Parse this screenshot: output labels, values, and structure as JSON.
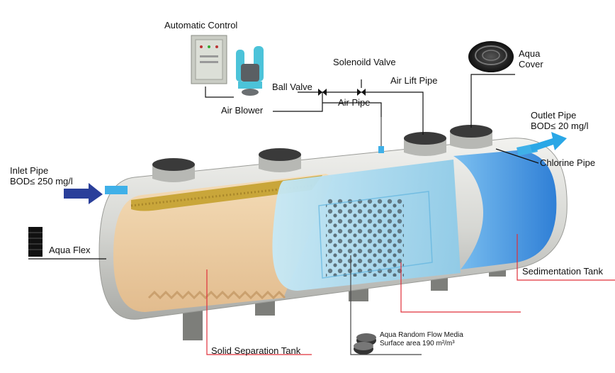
{
  "labels": {
    "automatic_control": "Automatic Control",
    "solenoid_valve": "Solenoild Valve",
    "ball_valve": "Ball Valve",
    "air_lift_pipe": "Air Lift Pipe",
    "air_blower": "Air Blower",
    "air_pipe": "Air Pipe",
    "aqua_cover_line1": "Aqua",
    "aqua_cover_line2": "Cover",
    "outlet_pipe_line1": "Outlet Pipe",
    "outlet_pipe_line2": "BOD≤ 20 mg/l",
    "chlorine_pipe": "Chlorine Pipe",
    "inlet_pipe_line1": "Inlet Pipe",
    "inlet_pipe_line2": "BOD≤ 250 mg/l",
    "aqua_flex": "Aqua Flex",
    "sedimentation_tank": "Sedimentation Tank",
    "solid_separation_tank": "Solid Separation Tank",
    "media_line1": "Aqua Random Flow Media",
    "media_line2": "Surface area 190 m²/m³"
  },
  "colors": {
    "leader_red": "#e0303a",
    "tank_shell": "#d9dad6",
    "solid_chamber": "#eac9a0",
    "sludge": "#c9a63a",
    "media_chamber": "#9fd3ea",
    "sedimentation_chamber": "#3f8fe0",
    "inlet_arrow": "#2a3f9a",
    "outlet_arrow": "#2aa7e6",
    "pipe_blue": "#3fb0e8"
  }
}
